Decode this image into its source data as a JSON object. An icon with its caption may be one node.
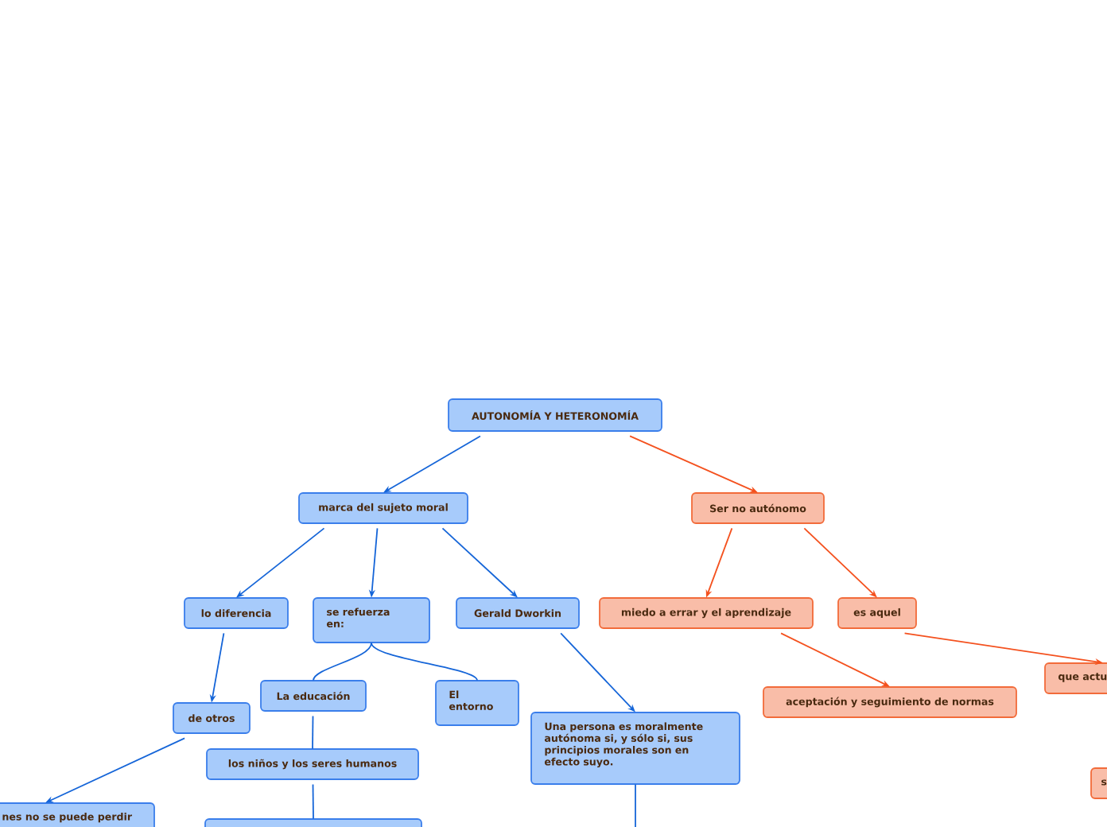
{
  "diagram": {
    "nodes": [
      {
        "text": [
          "AUTONOMÍA Y HETERONOMÍA"
        ]
      },
      {
        "text": [
          "marca del sujeto moral"
        ]
      },
      {
        "text": [
          "Ser no autónomo"
        ]
      },
      {
        "text": [
          "lo diferencia"
        ]
      },
      {
        "text": [
          "se refuerza en:"
        ]
      },
      {
        "text": [
          "Gerald Dworkin"
        ]
      },
      {
        "text": [
          "miedo a errar y el aprendizaje"
        ]
      },
      {
        "text": [
          "es aquel"
        ]
      },
      {
        "text": [
          "La educación"
        ]
      },
      {
        "text": [
          "El entorno"
        ]
      },
      {
        "text": [
          "aceptación y seguimiento de normas"
        ]
      },
      {
        "text": [
          "que actu"
        ]
      },
      {
        "text": [
          "de otros"
        ]
      },
      {
        "text": [
          "Una persona es moralmente autónoma si, y sólo si, sus principios morales son en efecto suyo."
        ]
      },
      {
        "text": [
          "los niños y los seres humanos"
        ]
      },
      {
        "text": [
          "nes no se puede perdir"
        ]
      },
      {
        "text": [],
        "shape": "box"
      },
      {
        "text": [
          "s"
        ]
      }
    ],
    "edges": [
      {
        "from": 0,
        "to": 1,
        "arrow": "to"
      },
      {
        "from": 0,
        "to": 2,
        "arrow": "to",
        "color": "#f4511e"
      },
      {
        "from": 1,
        "to": 3,
        "arrow": "to"
      },
      {
        "from": 1,
        "to": 4,
        "arrow": "to"
      },
      {
        "from": 1,
        "to": 5,
        "arrow": "to"
      },
      {
        "from": 2,
        "to": 6,
        "arrow": "to",
        "color": "#f4511e"
      },
      {
        "from": 2,
        "to": 7,
        "arrow": "to",
        "color": "#f4511e"
      },
      {
        "from": 3,
        "to": 12,
        "arrow": "to"
      },
      {
        "from": 4,
        "to": 8,
        "arrow": "none"
      },
      {
        "from": 4,
        "to": 9,
        "arrow": "none"
      },
      {
        "from": 5,
        "to": 13,
        "arrow": "to"
      },
      {
        "from": 6,
        "to": 10,
        "arrow": "to",
        "color": "#f4511e"
      },
      {
        "from": 7,
        "to": 11,
        "arrow": "to",
        "color": "#f4511e"
      },
      {
        "from": 12,
        "to": 15,
        "arrow": "to"
      },
      {
        "from": 8,
        "to": 14,
        "arrow": "none"
      },
      {
        "from": 14,
        "to": 16,
        "arrow": "none"
      },
      {
        "from": 13,
        "to": null,
        "arrow": "none"
      }
    ]
  }
}
